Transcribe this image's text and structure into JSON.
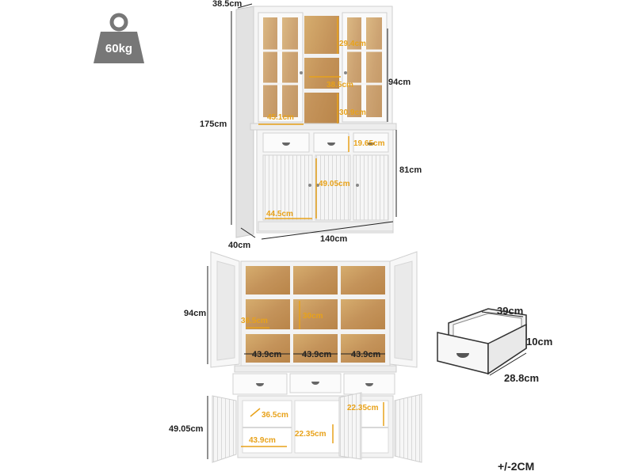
{
  "weight": {
    "label": "60kg"
  },
  "tolerance": "+/-2CM",
  "top_view": {
    "depth_top": "38.5cm",
    "height_total": "175cm",
    "height_hutch": "94cm",
    "height_base": "81cm",
    "depth_base": "40cm",
    "width_total": "140cm",
    "glass_width": "45.1cm",
    "center_upper": "29.4cm",
    "center_width": "38.5cm",
    "center_lower": "30.9cm",
    "drawer_height": "19.65cm",
    "base_inner_height": "49.05cm",
    "base_door_width": "44.5cm"
  },
  "open_view": {
    "hutch_height": "94cm",
    "shelf_left": "36.5cm",
    "shelf_mid": "30cm",
    "col1": "43.9cm",
    "col2": "43.9cm",
    "col3": "43.9cm",
    "base_height": "49.05cm",
    "base_depth_left": "36.5cm",
    "base_height_right": "22.35cm",
    "base_width": "43.9cm",
    "base_center": "22.35cm"
  },
  "drawer": {
    "width": "39cm",
    "height": "10cm",
    "depth": "28.8cm"
  },
  "colors": {
    "accent": "#e8a21a",
    "wood": "#c99a5b",
    "cabinet": "#f4f4f4",
    "badge": "#777777"
  }
}
